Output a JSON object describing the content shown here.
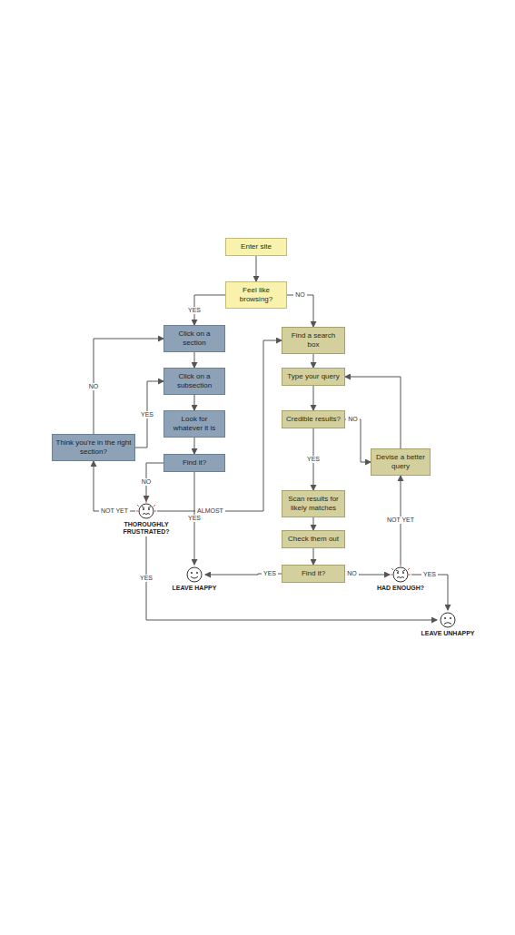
{
  "diagram": {
    "nodes": [
      {
        "text": [
          "Enter site"
        ]
      },
      {
        "text": [
          "Feel like browsing?"
        ]
      },
      {
        "text": [
          "Click on a section"
        ]
      },
      {
        "text": [
          "Click on a subsection"
        ]
      },
      {
        "text": [
          "Look for whatever it is"
        ]
      },
      {
        "text": [
          "Find it?"
        ]
      },
      {
        "text": [
          "Think you're in the right section?"
        ]
      },
      {
        "text": [
          "THOROUGHLY FRUSTRATED?"
        ]
      },
      {
        "text": [
          "LEAVE HAPPY"
        ]
      },
      {
        "text": [
          "Find a search box"
        ]
      },
      {
        "text": [
          "Type your query"
        ]
      },
      {
        "text": [
          "Credible results?"
        ]
      },
      {
        "text": [
          "Devise a better query"
        ]
      },
      {
        "text": [
          "Scan results for likely matches"
        ]
      },
      {
        "text": [
          "Check them out"
        ]
      },
      {
        "text": [
          "Find it?"
        ]
      },
      {
        "text": [
          "HAD ENOUGH?"
        ]
      },
      {
        "text": [
          "LEAVE UNHAPPY"
        ]
      }
    ],
    "edges": [
      {
        "from": 0,
        "to": 1,
        "arrow": "to"
      },
      {
        "from": 1,
        "to": 2,
        "label": "YES",
        "arrow": "to"
      },
      {
        "from": 1,
        "to": 9,
        "label": "NO",
        "arrow": "to"
      },
      {
        "from": 2,
        "to": 3,
        "arrow": "to"
      },
      {
        "from": 3,
        "to": 4,
        "arrow": "to"
      },
      {
        "from": 4,
        "to": 5,
        "arrow": "to"
      },
      {
        "from": 5,
        "to": 7,
        "label": "NO",
        "arrow": "to"
      },
      {
        "from": 5,
        "to": 8,
        "label": "YES",
        "arrow": "to"
      },
      {
        "from": 7,
        "to": 6,
        "label": "NOT YET",
        "arrow": "to"
      },
      {
        "from": 7,
        "to": 9,
        "label": "ALMOST",
        "arrow": "to"
      },
      {
        "from": 7,
        "to": 17,
        "label": "YES",
        "arrow": "to"
      },
      {
        "from": 6,
        "to": 2,
        "label": "NO",
        "arrow": "to"
      },
      {
        "from": 6,
        "to": 3,
        "label": "YES",
        "arrow": "to"
      },
      {
        "from": 9,
        "to": 10,
        "arrow": "to"
      },
      {
        "from": 10,
        "to": 11,
        "arrow": "to"
      },
      {
        "from": 11,
        "to": 12,
        "label": "NO",
        "arrow": "to"
      },
      {
        "from": 12,
        "to": 10,
        "arrow": "to"
      },
      {
        "from": 11,
        "to": 13,
        "label": "YES",
        "arrow": "to"
      },
      {
        "from": 13,
        "to": 14,
        "arrow": "to"
      },
      {
        "from": 14,
        "to": 15,
        "arrow": "to"
      },
      {
        "from": 15,
        "to": 8,
        "label": "YES",
        "arrow": "to"
      },
      {
        "from": 15,
        "to": 16,
        "label": "NO",
        "arrow": "to"
      },
      {
        "from": 16,
        "to": 12,
        "label": "NOT YET",
        "arrow": "to"
      },
      {
        "from": 16,
        "to": 17,
        "label": "YES",
        "arrow": "to"
      }
    ]
  }
}
